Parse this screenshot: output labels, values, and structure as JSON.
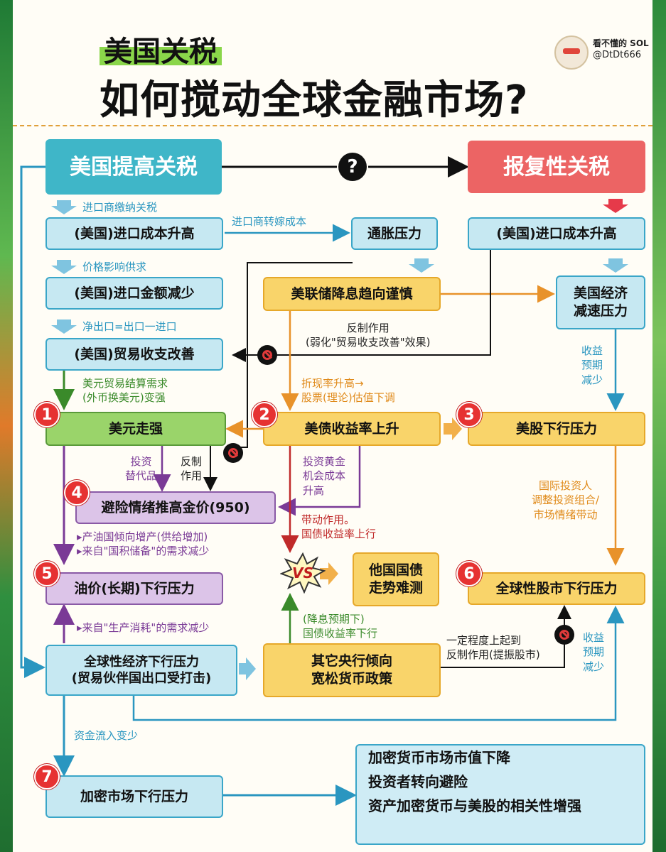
{
  "header": {
    "title_line1": "美国关税",
    "title_line2": "如何搅动全球金融市场?",
    "brand_name": "看不懂的 SOL",
    "brand_handle": "@DtDt666"
  },
  "boxes": {
    "us_tariff": "美国提高关税",
    "retaliation": "报复性关税",
    "us_import_cost_left": "(美国)进口成本升高",
    "inflation": "通胀压力",
    "us_import_cost_right": "(美国)进口成本升高",
    "us_import_decrease": "(美国)进口金额减少",
    "fed_cautious": "美联储降息趋向谨慎",
    "us_econ_slowdown": "美国经济\n减速压力",
    "trade_balance": "(美国)贸易收支改善",
    "usd_strong": "美元走强",
    "treasury_yield": "美债收益率上升",
    "us_stock_pressure": "美股下行压力",
    "gold_up": "避险情绪推高金价(950)",
    "oil_pressure": "油价(长期)下行压力",
    "foreign_bonds": "他国国债\n走势难测",
    "global_stock": "全球性股市下行压力",
    "global_econ": "全球性经济下行压力\n(贸易伙伴国出口受打击)",
    "other_cb": "其它央行倾向\n宽松货币政策",
    "crypto": "加密市场下行压力"
  },
  "info_lines": [
    "加密货币市场市值下降",
    "投资者转向避险",
    "资产加密货币与美股的相关性增强"
  ],
  "labels": {
    "importer_pays": "进口商缴纳关税",
    "shift_cost": "进口商转嫁成本",
    "price_affects": "价格影响供求",
    "net_export": "净出口=出口一进口",
    "counter_effect": "反制作用\n(弱化\"贸易收支改善\"效果)",
    "usd_demand": "美元贸易结算需求\n(外币换美元)变强",
    "discount_rate": "折现率升高→\n股票(理论)估值下调",
    "earnings_left": "收益\n预期\n减少",
    "invest_alt": "投资\n替代品",
    "counter2": "反制\n作用",
    "gold_opp": "投资黄金\n机会成本\n升高",
    "intl_investors": "国际投资人\n调整投资组合/\n市场情绪带动",
    "drive_effect": "带动作用。\n国债收益率上行",
    "oil_supply": "▸产油国倾向增产(供给增加)\n▸来自\"国积储备\"的需求减少",
    "oil_consumption": "▸来自\"生产消耗\"的需求减少",
    "rate_cut": "(降息预期下)\n国债收益率下行",
    "partial_counter": "一定程度上起到\n反制作用(提振股市)",
    "earnings_right": "收益\n预期\n减少",
    "capital_inflow": "资金流入变少",
    "question": "?",
    "vs": "VS"
  },
  "numbers": [
    "1",
    "2",
    "3",
    "4",
    "5",
    "6",
    "7"
  ]
}
